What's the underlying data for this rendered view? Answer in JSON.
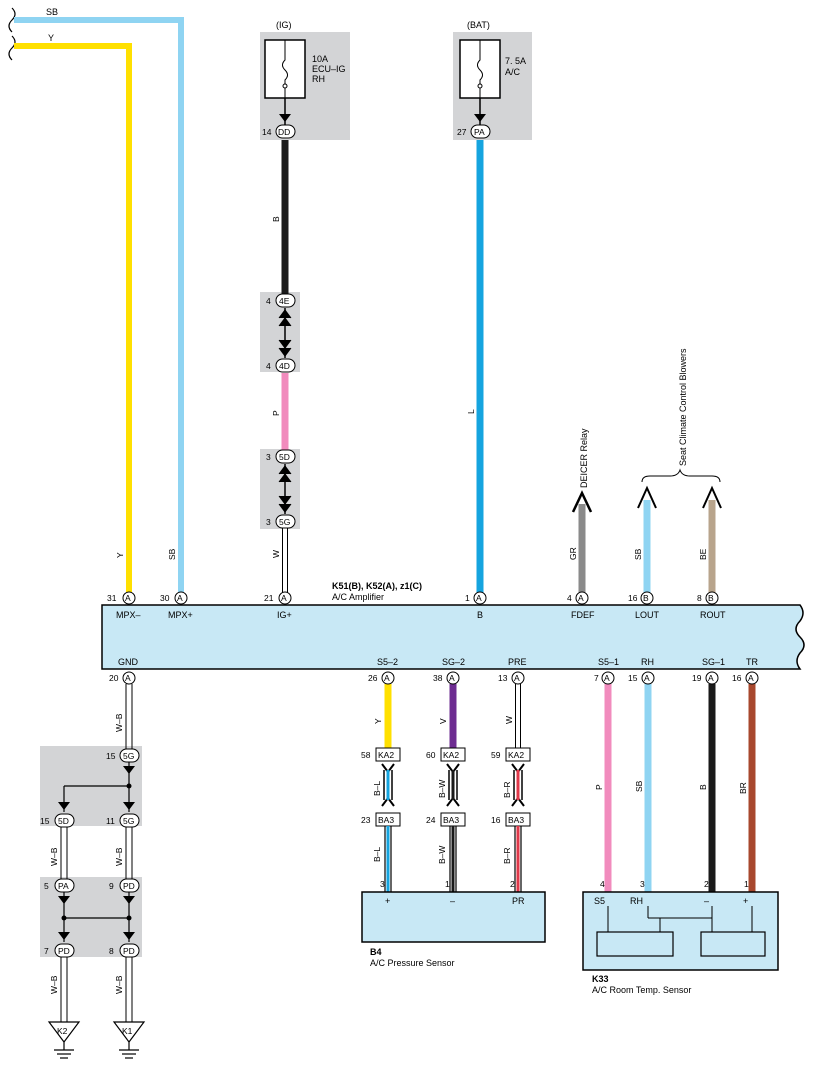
{
  "amplifier": {
    "code": "K51(B), K52(A), z1(C)",
    "name": "A/C Amplifier",
    "top_terminals": [
      {
        "pin": "31",
        "conn": "A",
        "label": "MPX–",
        "wire": "Y"
      },
      {
        "pin": "30",
        "conn": "A",
        "label": "MPX+",
        "wire": "SB"
      },
      {
        "pin": "21",
        "conn": "A",
        "label": "IG+",
        "wire": "W"
      },
      {
        "pin": "1",
        "conn": "A",
        "label": "B",
        "wire": "L"
      },
      {
        "pin": "4",
        "conn": "A",
        "label": "FDEF",
        "wire": "GR"
      },
      {
        "pin": "16",
        "conn": "B",
        "label": "LOUT",
        "wire": "SB"
      },
      {
        "pin": "8",
        "conn": "B",
        "label": "ROUT",
        "wire": "BE"
      }
    ],
    "bottom_terminals": [
      {
        "pin": "20",
        "conn": "A",
        "label": "GND",
        "wire": "W–B"
      },
      {
        "pin": "26",
        "conn": "A",
        "label": "S5–2",
        "wire": "Y"
      },
      {
        "pin": "38",
        "conn": "A",
        "label": "SG–2",
        "wire": "V"
      },
      {
        "pin": "13",
        "conn": "A",
        "label": "PRE",
        "wire": "W"
      },
      {
        "pin": "7",
        "conn": "A",
        "label": "S5–1",
        "wire": "P"
      },
      {
        "pin": "15",
        "conn": "A",
        "label": "RH",
        "wire": "SB"
      },
      {
        "pin": "19",
        "conn": "A",
        "label": "SG–1",
        "wire": "B"
      },
      {
        "pin": "16",
        "conn": "A",
        "label": "TR",
        "wire": "BR"
      }
    ]
  },
  "top_wires": {
    "sb": "SB",
    "y": "Y"
  },
  "fuses": [
    {
      "source": "(IG)",
      "rating": "10A",
      "name": "ECU–IG",
      "sub": "RH",
      "pin": "14",
      "conn": "DD",
      "wire": "B"
    },
    {
      "source": "(BAT)",
      "rating": "7. 5A",
      "name": "A/C",
      "sub": "",
      "pin": "27",
      "conn": "PA",
      "wire": "L"
    }
  ],
  "ig_junctions": [
    {
      "pin": "4",
      "conn": "4E"
    },
    {
      "pin": "4",
      "conn": "4D",
      "wire": "P"
    },
    {
      "pin": "3",
      "conn": "5D"
    },
    {
      "pin": "3",
      "conn": "5G"
    }
  ],
  "outputs": {
    "deicer": "DEICER Relay",
    "seat": "Seat Climate Control Blowers"
  },
  "ground": {
    "junction_top": {
      "pin": "15",
      "conn": "5G"
    },
    "row1": [
      {
        "pin": "15",
        "conn": "5D",
        "wire": "W–B"
      },
      {
        "pin": "11",
        "conn": "5G",
        "wire": "W–B"
      }
    ],
    "row2": [
      {
        "pin": "5",
        "conn": "PA"
      },
      {
        "pin": "9",
        "conn": "PD"
      }
    ],
    "row3": [
      {
        "pin": "7",
        "conn": "PD",
        "wire": "W–B"
      },
      {
        "pin": "8",
        "conn": "PD",
        "wire": "W–B"
      }
    ],
    "points": [
      "K2",
      "K1"
    ]
  },
  "pressure_sensor": {
    "code": "B4",
    "name": "A/C Pressure Sensor",
    "connectors": [
      {
        "pin_top": "58",
        "top": "KA2",
        "pin_mid": "23",
        "mid": "BA3",
        "wire": "B–L",
        "pin": "3",
        "term": "+"
      },
      {
        "pin_top": "60",
        "top": "KA2",
        "pin_mid": "24",
        "mid": "BA3",
        "wire": "B–W",
        "pin": "1",
        "term": "–"
      },
      {
        "pin_top": "59",
        "top": "KA2",
        "pin_mid": "16",
        "mid": "BA3",
        "wire": "B–R",
        "pin": "2",
        "term": "PR"
      }
    ]
  },
  "room_sensor": {
    "code": "K33",
    "name": "A/C Room Temp.  Sensor",
    "terminals": [
      {
        "pin": "4",
        "label": "S5"
      },
      {
        "pin": "3",
        "label": "RH"
      },
      {
        "pin": "2",
        "label": "–"
      },
      {
        "pin": "1",
        "label": "+"
      }
    ]
  },
  "colors": {
    "yellow": "#ffe000",
    "sky_blue": "#8fd4f2",
    "blue": "#15a4df",
    "black": "#1a1a1a",
    "pink": "#f18bbd",
    "gray": "#8a8a8a",
    "beige": "#b8a48c",
    "violet": "#6d2c91",
    "brown": "#a8482e",
    "component_fill": "#c8e8f5",
    "junction_box": "#d3d4d6"
  }
}
